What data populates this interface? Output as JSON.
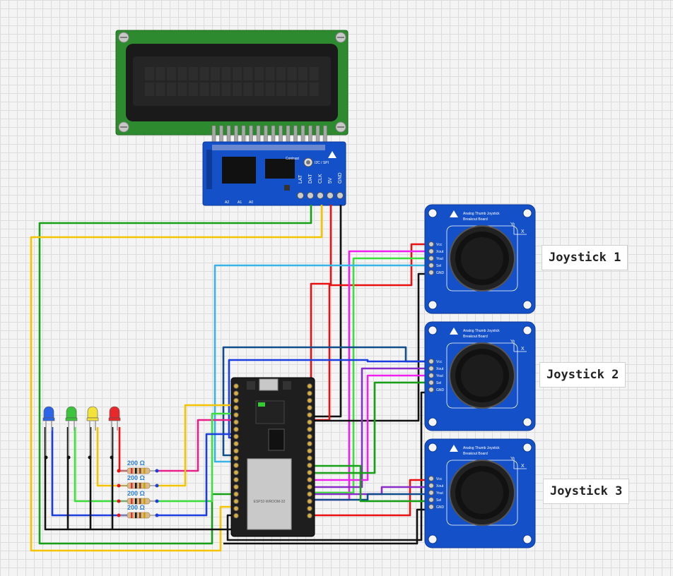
{
  "joysticks": [
    {
      "label": "Joystick 1"
    },
    {
      "label": "Joystick 2"
    },
    {
      "label": "Joystick 3"
    }
  ],
  "joystick_board": {
    "title": "Analog Thumb Joystick",
    "subtitle": "Breakout Board",
    "pins": [
      "Vcc",
      "Xout",
      "Yout",
      "Sel",
      "GND"
    ],
    "axis_x": "X",
    "axis_y": "Y"
  },
  "lcd_backpack": {
    "pins": [
      "LAT",
      "DAT",
      "CLK",
      "5V",
      "GND"
    ],
    "contrast": "Contrast",
    "mode": "I2C / SPI",
    "addr": [
      "A2",
      "A1",
      "A0"
    ]
  },
  "resistors": [
    {
      "value": "200 Ω"
    },
    {
      "value": "200 Ω"
    },
    {
      "value": "200 Ω"
    },
    {
      "value": "200 Ω"
    }
  ],
  "leds": [
    {
      "color": "blue",
      "hex": "#2c64e8"
    },
    {
      "color": "green",
      "hex": "#3cc43c"
    },
    {
      "color": "yellow",
      "hex": "#f2e23a"
    },
    {
      "color": "red",
      "hex": "#e8282a"
    }
  ],
  "esp32": {
    "module_text": "ESP32-WROOM-32"
  },
  "colors": {
    "wire_green": "#16a016",
    "wire_yellow": "#f5c400",
    "wire_red": "#e81010",
    "wire_black": "#111111",
    "wire_cyan": "#36b4e6",
    "wire_magenta": "#f020f0",
    "wire_purple": "#8a2cc8",
    "wire_lime": "#3ce03c",
    "wire_blue": "#1a3ee0",
    "wire_navy": "#104e8a",
    "board_blue": "#1450c8",
    "lcd_green": "#2e8b2e"
  }
}
